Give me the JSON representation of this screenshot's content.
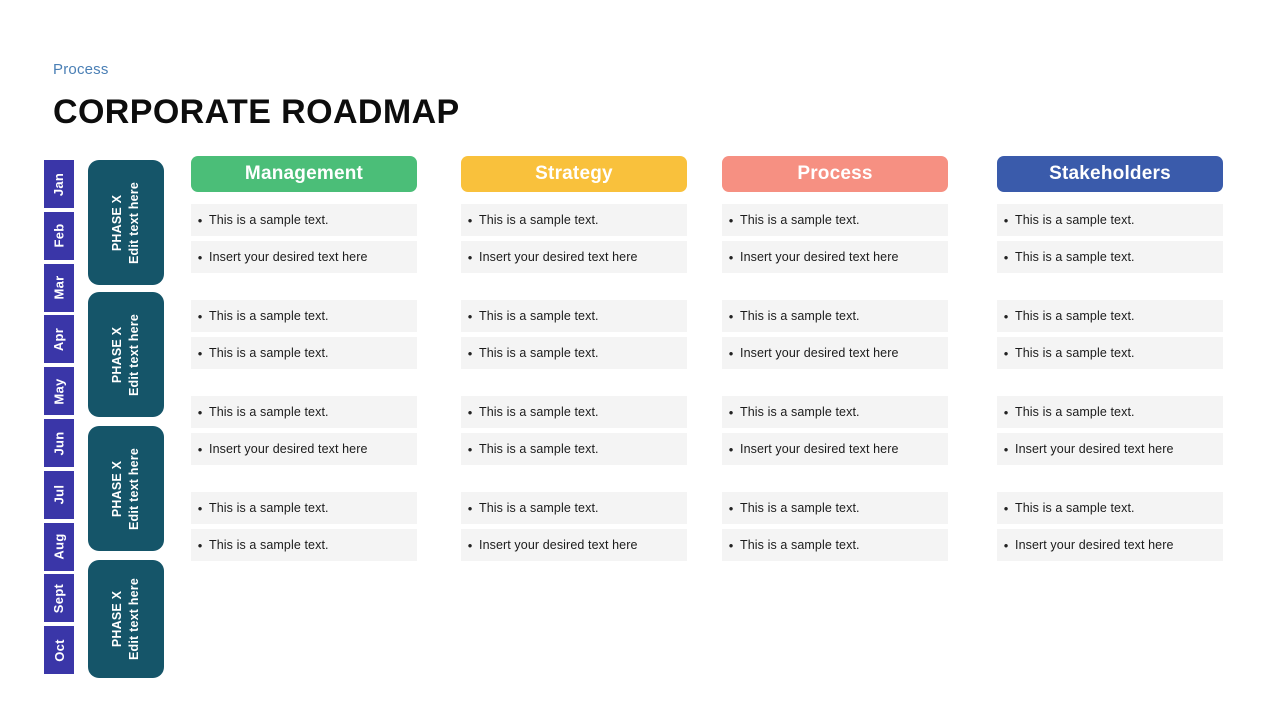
{
  "header": {
    "breadcrumb": "Process",
    "title": "CORPORATE ROADMAP"
  },
  "timeline": {
    "months": [
      {
        "label": "Jan"
      },
      {
        "label": "Feb"
      },
      {
        "label": "Mar"
      },
      {
        "label": "Apr"
      },
      {
        "label": "May"
      },
      {
        "label": "Jun"
      },
      {
        "label": "Jul"
      },
      {
        "label": "Aug"
      },
      {
        "label": "Sept"
      },
      {
        "label": "Oct"
      }
    ],
    "month_color": "#3A36A8"
  },
  "phases": {
    "color": "#155569",
    "items": [
      {
        "line1": "PHASE X",
        "line2": "Edit text here"
      },
      {
        "line1": "PHASE X",
        "line2": "Edit text here"
      },
      {
        "line1": "PHASE X",
        "line2": "Edit text here"
      },
      {
        "line1": "PHASE X",
        "line2": "Edit text here"
      }
    ]
  },
  "columns": [
    {
      "title": "Management",
      "color": "#4BBE78",
      "groups": [
        {
          "items": [
            "This is a sample text.",
            "Insert your desired text here"
          ]
        },
        {
          "items": [
            "This is a sample text.",
            "This is a sample text."
          ]
        },
        {
          "items": [
            "This is a sample text.",
            "Insert your desired text here"
          ]
        },
        {
          "items": [
            "This is a sample text.",
            "This is a sample text."
          ]
        }
      ]
    },
    {
      "title": "Strategy",
      "color": "#F9C13C",
      "groups": [
        {
          "items": [
            "This is a sample text.",
            "Insert your desired text here"
          ]
        },
        {
          "items": [
            "This is a sample text.",
            "This is a sample text."
          ]
        },
        {
          "items": [
            "This is a sample text.",
            "This is a sample text."
          ]
        },
        {
          "items": [
            "This is a sample text.",
            "Insert your desired text here"
          ]
        }
      ]
    },
    {
      "title": "Process",
      "color": "#F69082",
      "groups": [
        {
          "items": [
            "This is a sample text.",
            "Insert your desired text here"
          ]
        },
        {
          "items": [
            "This is a sample text.",
            "Insert your desired text here"
          ]
        },
        {
          "items": [
            "This is a sample text.",
            "Insert your desired text here"
          ]
        },
        {
          "items": [
            "This is a sample text.",
            "This is a sample text."
          ]
        }
      ]
    },
    {
      "title": "Stakeholders",
      "color": "#3A5BAB",
      "groups": [
        {
          "items": [
            "This is a sample text.",
            "This is a sample text."
          ]
        },
        {
          "items": [
            "This is a sample text.",
            "This is a sample text."
          ]
        },
        {
          "items": [
            "This is a sample text.",
            "Insert your desired text here"
          ]
        },
        {
          "items": [
            "This is a sample text.",
            "Insert your desired text here"
          ]
        }
      ]
    }
  ],
  "bullet_glyph": "•"
}
